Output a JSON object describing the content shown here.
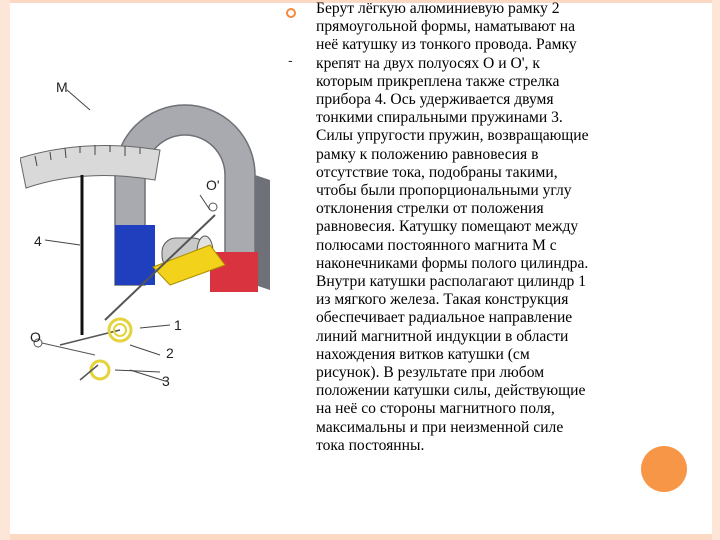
{
  "slide": {
    "bullet_text": [
      "Берут лёгкую алюминиевую рамку 2",
      "прямоугольной формы, наматывают на",
      "неё катушку из тонкого провода. Рамку",
      "крепят на двух полуосях О и О', к",
      "которым прикреплена также стрелка",
      "прибора 4. Ось удерживается двумя",
      "тонкими спиральными пружинами 3.",
      "Силы упругости пружин, возвращающие",
      "рамку к положению равновесия в",
      "отсутствие тока, подобраны такими,",
      "чтобы были пропорциональными углу",
      "отклонения стрелки от положения",
      "равновесия. Катушку помещают между",
      "полюсами постоянного магнита М с",
      "наконечниками формы полого цилиндра.",
      "Внутри катушки располагают цилиндр 1",
      "из мягкого железа. Такая конструкция",
      "обеспечивает радиальное направление",
      "линий магнитной индукции в области",
      "нахождения витков катушки (см",
      "рисунок). В результате при любом",
      "положении катушки силы, действующие",
      "на неё со стороны магнитного поля,",
      "максимальны и при неизменной силе",
      "тока постоянны."
    ],
    "dash": "-"
  },
  "figure": {
    "labels": {
      "magnet": "M",
      "axis_top": "O'",
      "arrow": "4",
      "axis_bottom": "O",
      "cylinder": "1",
      "frame": "2",
      "springs": "3"
    },
    "colors": {
      "magnet": "#a8aab0",
      "magnet_dark": "#6f7178",
      "pole_blue": "#1f3fbf",
      "pole_red": "#d8333e",
      "frame_yellow": "#f2d21a",
      "spring_yellow": "#e6d23a",
      "accent": "#f79646"
    }
  }
}
